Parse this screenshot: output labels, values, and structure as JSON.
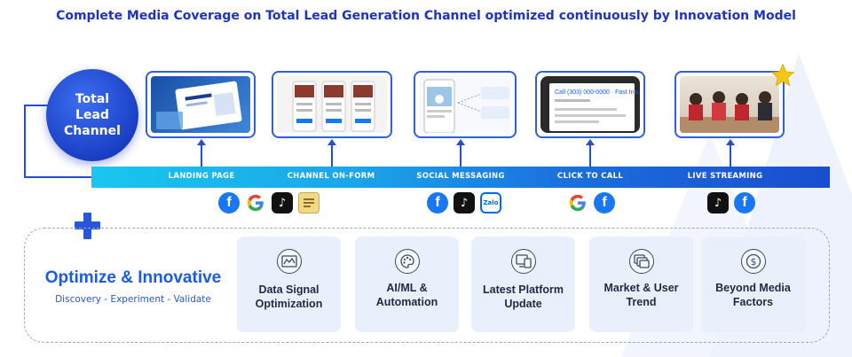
{
  "headline": "Complete Media Coverage on Total Lead Generation Channel optimized continuously by Innovation Model",
  "hub": {
    "label": "Total\nLead\nChannel"
  },
  "channels": [
    {
      "label": "LANDING PAGE",
      "platforms": [
        "facebook",
        "google",
        "tiktok",
        "form"
      ]
    },
    {
      "label": "CHANNEL ON-FORM",
      "platforms": []
    },
    {
      "label": "SOCIAL MESSAGING",
      "platforms": [
        "facebook",
        "tiktok",
        "zalo"
      ]
    },
    {
      "label": "CLICK TO CALL",
      "platforms": [
        "google",
        "facebook"
      ]
    },
    {
      "label": "LIVE STREAMING",
      "platforms": [
        "tiktok",
        "facebook"
      ]
    }
  ],
  "optimize": {
    "title": "Optimize & Innovative",
    "subtitle": "Discovery - Experiment - Validate"
  },
  "cards": [
    {
      "label": "Data Signal\nOptimization",
      "icon": "chart-icon"
    },
    {
      "label": "AI/ML &\nAutomation",
      "icon": "palette-icon"
    },
    {
      "label": "Latest Platform\nUpdate",
      "icon": "devices-icon"
    },
    {
      "label": "Market & User\nTrend",
      "icon": "layers-icon"
    },
    {
      "label": "Beyond Media\nFactors",
      "icon": "dollar-icon"
    }
  ],
  "colors": {
    "primary": "#1d33c4",
    "accent": "#1a5be0",
    "card_bg": "#eaf0fb",
    "bar_start": "#19c7ee",
    "bar_end": "#1a4dcf"
  }
}
